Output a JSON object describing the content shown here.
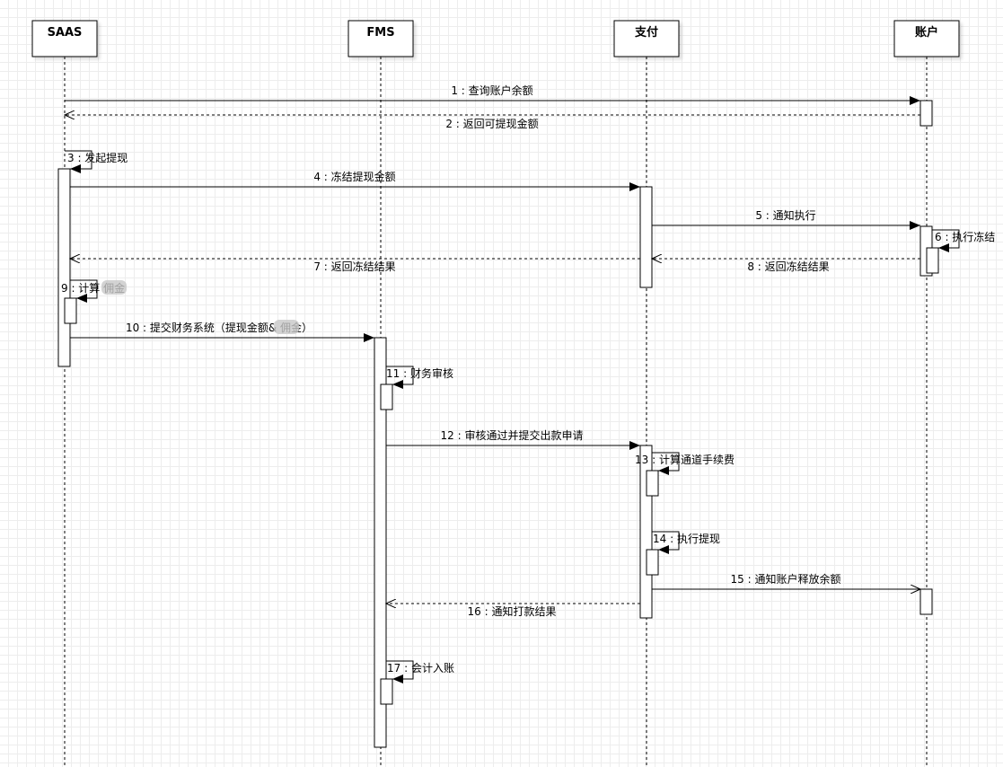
{
  "participants": [
    {
      "id": "saas",
      "label": "SAAS"
    },
    {
      "id": "fms",
      "label": "FMS"
    },
    {
      "id": "pay",
      "label": "支付"
    },
    {
      "id": "acct",
      "label": "账户"
    }
  ],
  "messages": [
    {
      "id": "m1",
      "text": "1 : 查询账户余额",
      "from": "saas",
      "to": "acct",
      "kind": "sync"
    },
    {
      "id": "m2",
      "text": "2 : 返回可提现金额",
      "from": "acct",
      "to": "saas",
      "kind": "return"
    },
    {
      "id": "m3",
      "text": "3 : 发起提现",
      "from": "saas",
      "to": "saas",
      "kind": "self"
    },
    {
      "id": "m4",
      "text": "4 : 冻结提现金额",
      "from": "saas",
      "to": "pay",
      "kind": "sync"
    },
    {
      "id": "m5",
      "text": "5 : 通知执行",
      "from": "pay",
      "to": "acct",
      "kind": "sync"
    },
    {
      "id": "m6",
      "text": "6 : 执行冻结",
      "from": "acct",
      "to": "acct",
      "kind": "self"
    },
    {
      "id": "m7",
      "text": "7 : 返回冻结结果",
      "from": "pay",
      "to": "saas",
      "kind": "return"
    },
    {
      "id": "m8",
      "text": "8 : 返回冻结结果",
      "from": "acct",
      "to": "pay",
      "kind": "return"
    },
    {
      "id": "m9",
      "text": "9 : 计算 佣金",
      "from": "saas",
      "to": "saas",
      "kind": "self"
    },
    {
      "id": "m10",
      "text": "10 : 提交财务系统（提现金额& 佣金）",
      "from": "saas",
      "to": "fms",
      "kind": "sync"
    },
    {
      "id": "m11",
      "text": "11 : 财务审核",
      "from": "fms",
      "to": "fms",
      "kind": "self"
    },
    {
      "id": "m12",
      "text": "12 : 审核通过并提交出款申请",
      "from": "fms",
      "to": "pay",
      "kind": "sync"
    },
    {
      "id": "m13",
      "text": "13 : 计算通道手续费",
      "from": "pay",
      "to": "pay",
      "kind": "self"
    },
    {
      "id": "m14",
      "text": "14 : 执行提现",
      "from": "pay",
      "to": "pay",
      "kind": "self"
    },
    {
      "id": "m15",
      "text": "15 : 通知账户释放余额",
      "from": "pay",
      "to": "acct",
      "kind": "async"
    },
    {
      "id": "m16",
      "text": "16 : 通知打款结果",
      "from": "pay",
      "to": "fms",
      "kind": "return"
    },
    {
      "id": "m17",
      "text": "17 : 会计入账",
      "from": "fms",
      "to": "fms",
      "kind": "self"
    }
  ]
}
